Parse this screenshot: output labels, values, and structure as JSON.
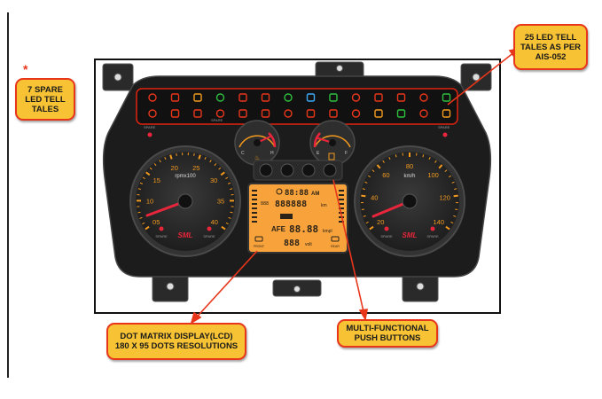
{
  "callouts": {
    "spare_led": "7 SPARE\nLED TELL\nTALES",
    "led_telltales": "25 LED TELL\nTALES AS PER\nAIS-052",
    "lcd_display": "DOT MATRIX DISPLAY(LCD)\n180 X 95 DOTS RESOLUTIONS",
    "push_buttons": "MULTI-FUNCTIONAL\nPUSH BUTTONS"
  },
  "asterisk": "*",
  "tachometer": {
    "unit": "rpmx100",
    "ticks": [
      "05",
      "10",
      "15",
      "20",
      "25",
      "30",
      "35",
      "40"
    ],
    "brand": "SML",
    "spare_left": "SPARE",
    "spare_right": "SPARE"
  },
  "speedometer": {
    "unit": "km/h",
    "ticks": [
      "20",
      "40",
      "60",
      "80",
      "100",
      "120",
      "140"
    ],
    "brand": "SML",
    "spare_left": "SPARE",
    "spare_right": "SPARE"
  },
  "temp_gauge": {
    "low": "C",
    "high": "H"
  },
  "fuel_gauge": {
    "low": "E",
    "high": "F"
  },
  "side_spare": {
    "left": "SPARE",
    "right": "SPARE",
    "row_spare": "SPARE"
  },
  "lcd": {
    "clock": "88:88",
    "clock_unit": "AM",
    "odo_prefix": "888",
    "odometer": "888888",
    "odo_unit": "km",
    "afe_label": "AFE",
    "afe_value": "88.88",
    "afe_unit": "kmpl",
    "voltage": "888",
    "voltage_unit": "volt",
    "button_left": "FRONT",
    "button_right": "REAR"
  },
  "colors": {
    "callout_fill": "#f7c234",
    "callout_border": "#e8361b",
    "arrow": "#e8361b",
    "panel": "#2b2b2b",
    "bezel": "#1c1c1c",
    "gauge_tick": "#f39a1e",
    "needle": "#e8253a",
    "lcd_bg": "#f7a23a",
    "telltale_border": "#e0230f"
  }
}
